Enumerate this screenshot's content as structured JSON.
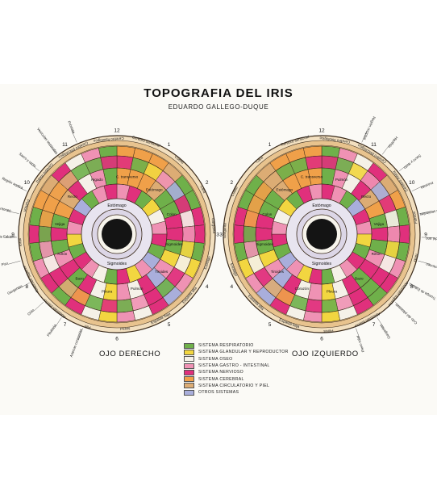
{
  "header": {
    "title": "TOPOGRAFIA DEL IRIS",
    "author": "EDUARDO GALLEGO-DUQUE"
  },
  "eyes": {
    "right_caption": "OJO DERECHO",
    "left_caption": "OJO IZQUIERDO"
  },
  "colors": {
    "green": "#6fb04a",
    "yellow": "#f2d640",
    "white": "#f5f1e8",
    "magenta": "#e0307c",
    "pink": "#ef92b4",
    "orange": "#f0a049",
    "tan": "#dcac74",
    "lavender": "#a9aedb",
    "pupil": "#141414",
    "ring": "#e8c38e"
  },
  "legend": [
    {
      "label": "SISTEMA  RESPIRATORIO",
      "color": "#6fb04a"
    },
    {
      "label": "SISTEMA  GLANDULAR  Y  REPRODUCTOR",
      "color": "#f2d640"
    },
    {
      "label": "SISTEMA  OSEO",
      "color": "#f5f1e8"
    },
    {
      "label": "SISTEMA  GASTRO - INTESTINAL",
      "color": "#ef92b4"
    },
    {
      "label": "SISTEMA  NERVIOSO",
      "color": "#e0307c"
    },
    {
      "label": "SISTEMA  CEREBRAL",
      "color": "#f0a049"
    },
    {
      "label": "SISTEMA  CIRCULATORIO  Y  PIEL",
      "color": "#dcac74"
    },
    {
      "label": "OTROS  SISTEMAS",
      "color": "#a9aedb"
    }
  ],
  "clock_numbers": [
    "12",
    "1",
    "2",
    "3",
    "4",
    "5",
    "6",
    "7",
    "8",
    "9",
    "10",
    "11"
  ],
  "right_eye_labels": {
    "outer": [
      "Cuello",
      "Cara",
      "Garganta",
      "Esofago",
      "Espalda alta",
      "Espalda baja",
      "Pelvis",
      "Piel",
      "Abdomen inferior",
      "Abdomen superior",
      "Torax",
      "Pulmón",
      "Cerebro motriz",
      "Cerebro psicológico",
      "Cerebro fisiológico",
      "Cerebro sensorial"
    ],
    "inner": [
      "C. transverso",
      "Estómago",
      "Colon",
      "Sigmoides",
      "Tiroides",
      "Pulmon",
      "Pleura",
      "Bazo",
      "Riñón",
      "Vejiga",
      "Recto",
      "Higado"
    ],
    "annotations": [
      "Arterias coronarias",
      "Pituitaria",
      "Oído",
      "Gargantas",
      "Piso",
      "Tronco de Falopio",
      "Peritoneo",
      "Región aortica",
      "Sacro y recto",
      "Vesiculas seminales",
      "Próstata"
    ]
  },
  "left_eye_labels": {
    "outer": [
      "Cara",
      "Cuello",
      "Garganta",
      "Esofago",
      "Espalda alta",
      "Espalda baja",
      "Pelvis",
      "Abdomen inferior",
      "Abdomen superior",
      "Torax",
      "Pulmón",
      "Cerebro motriz",
      "Cerebro psicológico",
      "Cerebro fisiológico",
      "Cerebro sensorial"
    ],
    "inner": [
      "C. transverso",
      "Estómago",
      "Colon",
      "Sigmoides",
      "Tiroides",
      "Corazón",
      "Pleura",
      "Bazo",
      "Riñón",
      "Vejiga",
      "Recto",
      "Pulmón"
    ],
    "annotations": [
      "Plexo solar",
      "Gargantas",
      "Colo del páncreas",
      "Trompa de Falopio",
      "Peritoneo",
      "Región del ano",
      "Vesiculas seminales",
      "Próstata",
      "Sacro y recto",
      "Hipófisis",
      "Región occipital"
    ]
  }
}
